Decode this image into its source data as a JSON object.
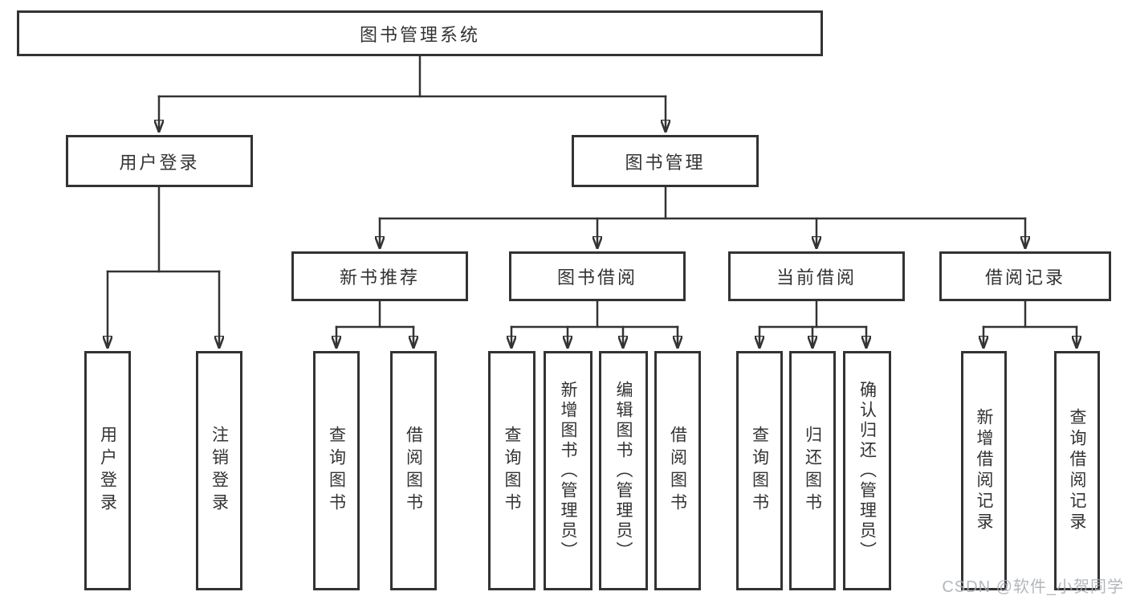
{
  "root": {
    "label": "图书管理系统"
  },
  "level2": {
    "user_login": {
      "label": "用户登录"
    },
    "book_management": {
      "label": "图书管理"
    }
  },
  "level3": {
    "new_book_recommend": {
      "label": "新书推荐"
    },
    "book_borrow": {
      "label": "图书借阅"
    },
    "current_borrow": {
      "label": "当前借阅"
    },
    "borrow_records": {
      "label": "借阅记录"
    }
  },
  "leaves": {
    "user_login": {
      "login": "用户登录",
      "logout": "注销登录"
    },
    "new_book_recommend": {
      "query": "查询图书",
      "borrow": "借阅图书"
    },
    "book_borrow": {
      "query": "查询图书",
      "add_admin": "新增图书（管理员）",
      "edit_admin": "编辑图书（管理员）",
      "borrow": "借阅图书"
    },
    "current_borrow": {
      "query": "查询图书",
      "return": "归还图书",
      "confirm_admin": "确认归还（管理员）"
    },
    "borrow_records": {
      "add": "新增借阅记录",
      "query": "查询借阅记录"
    }
  },
  "watermark": {
    "text": "CSDN @软件_小贺同学"
  },
  "colors": {
    "line": "#333333",
    "box_border": "#333333",
    "box_background": "#ffffff",
    "watermark": "#a8adb5"
  }
}
